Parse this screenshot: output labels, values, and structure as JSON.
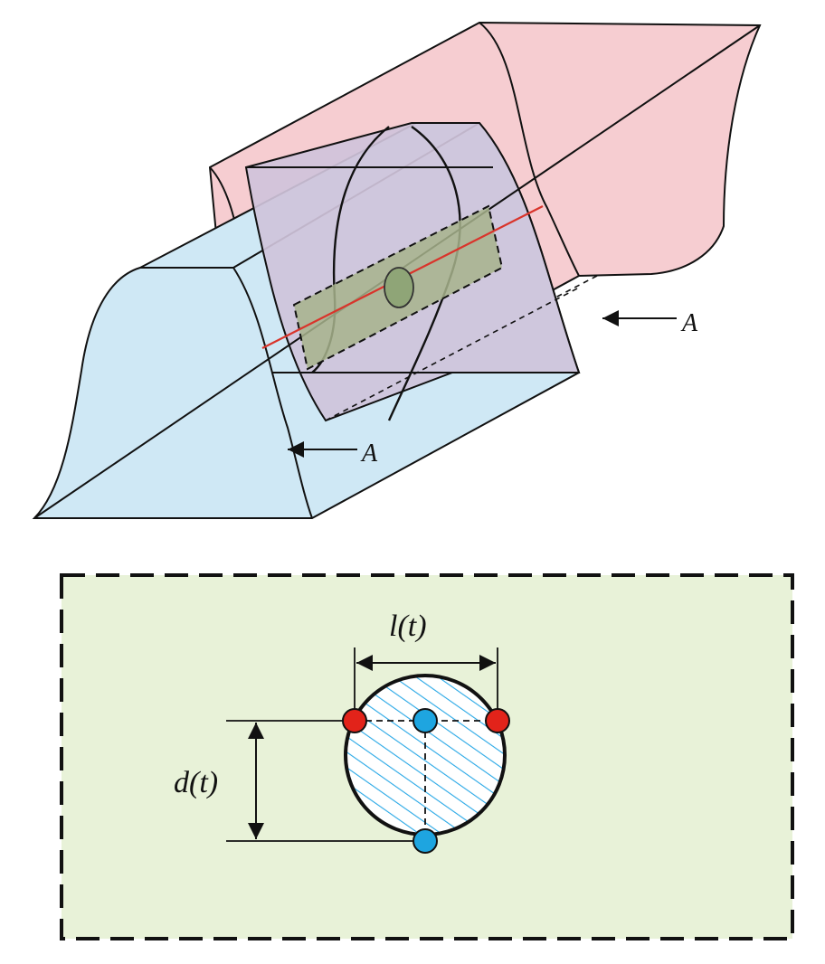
{
  "labels": {
    "section_marker": "A",
    "width_label": "l(t)",
    "depth_label": "d(t)"
  },
  "colors": {
    "blue_body": "#cfe8f5",
    "pink_body": "#f6cdd1",
    "overlap": "#cfc3da",
    "green_zone": "#e8f2d8",
    "green_inner": "#a7b38c",
    "red_line": "#d9342b",
    "red_point": "#e2231a",
    "blue_point": "#1ea5e0",
    "hatch": "#28a8e6",
    "stroke": "#111111"
  }
}
